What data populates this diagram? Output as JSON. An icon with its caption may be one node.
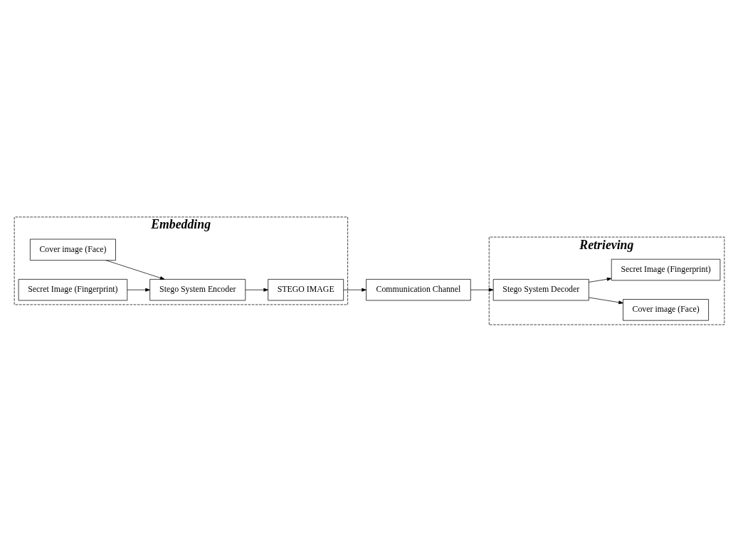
{
  "diagram": {
    "nodes": [
      {
        "text": [
          "Embedding"
        ]
      },
      {
        "text": [
          "Cover image (Face)"
        ],
        "in": 0
      },
      {
        "text": [
          "Secret Image (Fingerprint)"
        ],
        "in": 0
      },
      {
        "text": [
          "Stego System Encoder"
        ],
        "in": 0
      },
      {
        "text": [
          "STEGO IMAGE"
        ],
        "in": 0
      },
      {
        "text": [
          "Communication Channel"
        ]
      },
      {
        "text": [
          "Retrieving"
        ]
      },
      {
        "text": [
          "Cover image (Face)"
        ],
        "in": 6
      },
      {
        "text": [
          "Secret Image (Fingerprint)"
        ],
        "in": 6
      },
      {
        "text": [
          "Stego System Decoder"
        ],
        "in": 6
      }
    ],
    "edges": [
      {
        "from": 1,
        "to": 3,
        "arrow": "to"
      },
      {
        "from": 2,
        "to": 3,
        "arrow": "to"
      },
      {
        "from": 3,
        "to": 4,
        "arrow": "to"
      },
      {
        "from": 4,
        "to": 5,
        "arrow": "to"
      },
      {
        "from": 5,
        "to": 9,
        "arrow": "to"
      },
      {
        "from": 9,
        "to": 7,
        "arrow": "to"
      },
      {
        "from": 9,
        "to": 8,
        "arrow": "to"
      }
    ]
  }
}
